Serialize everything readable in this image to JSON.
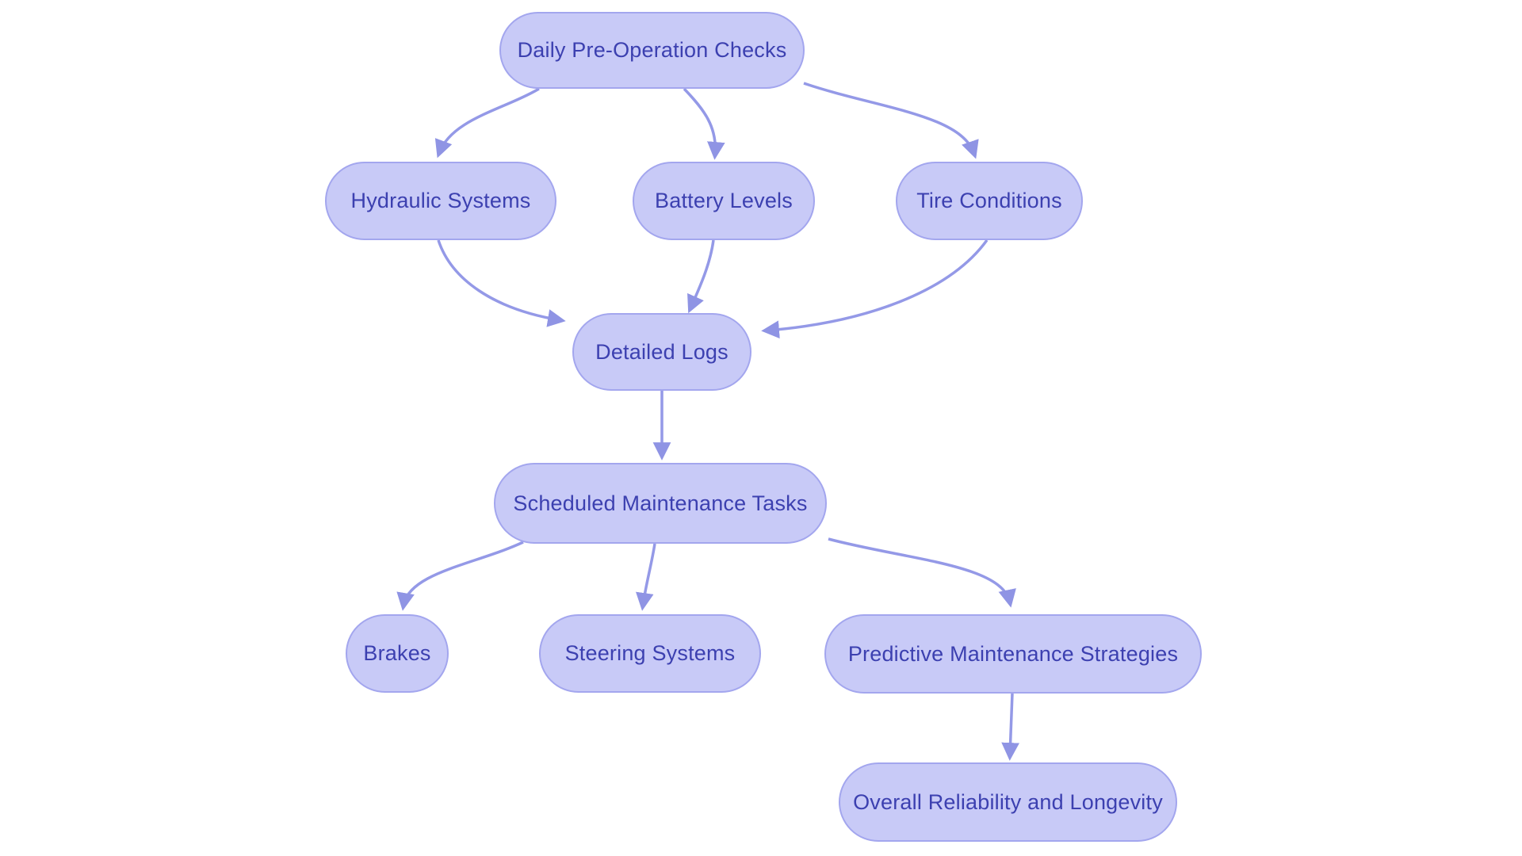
{
  "diagram": {
    "title": "",
    "type": "flowchart",
    "background_color": "#ffffff",
    "node_fill_color": "#c8caf7",
    "node_border_color": "#a3a6ee",
    "node_text_color": "#3c40b0",
    "arrow_color": "#9499e7",
    "nodes": [
      {
        "id": "daily",
        "label": "Daily Pre-Operation Checks"
      },
      {
        "id": "hydraulic",
        "label": "Hydraulic Systems"
      },
      {
        "id": "battery",
        "label": "Battery Levels"
      },
      {
        "id": "tire",
        "label": "Tire Conditions"
      },
      {
        "id": "logs",
        "label": "Detailed Logs"
      },
      {
        "id": "scheduled",
        "label": "Scheduled Maintenance Tasks"
      },
      {
        "id": "brakes",
        "label": "Brakes"
      },
      {
        "id": "steering",
        "label": "Steering Systems"
      },
      {
        "id": "predictive",
        "label": "Predictive Maintenance Strategies"
      },
      {
        "id": "overall",
        "label": "Overall Reliability and Longevity"
      }
    ],
    "edges": [
      {
        "from": "Daily Pre-Operation Checks",
        "to": "Hydraulic Systems"
      },
      {
        "from": "Daily Pre-Operation Checks",
        "to": "Battery Levels"
      },
      {
        "from": "Daily Pre-Operation Checks",
        "to": "Tire Conditions"
      },
      {
        "from": "Hydraulic Systems",
        "to": "Detailed Logs"
      },
      {
        "from": "Battery Levels",
        "to": "Detailed Logs"
      },
      {
        "from": "Tire Conditions",
        "to": "Detailed Logs"
      },
      {
        "from": "Detailed Logs",
        "to": "Scheduled Maintenance Tasks"
      },
      {
        "from": "Scheduled Maintenance Tasks",
        "to": "Brakes"
      },
      {
        "from": "Scheduled Maintenance Tasks",
        "to": "Steering Systems"
      },
      {
        "from": "Scheduled Maintenance Tasks",
        "to": "Predictive Maintenance Strategies"
      },
      {
        "from": "Predictive Maintenance Strategies",
        "to": "Overall Reliability and Longevity"
      }
    ]
  }
}
